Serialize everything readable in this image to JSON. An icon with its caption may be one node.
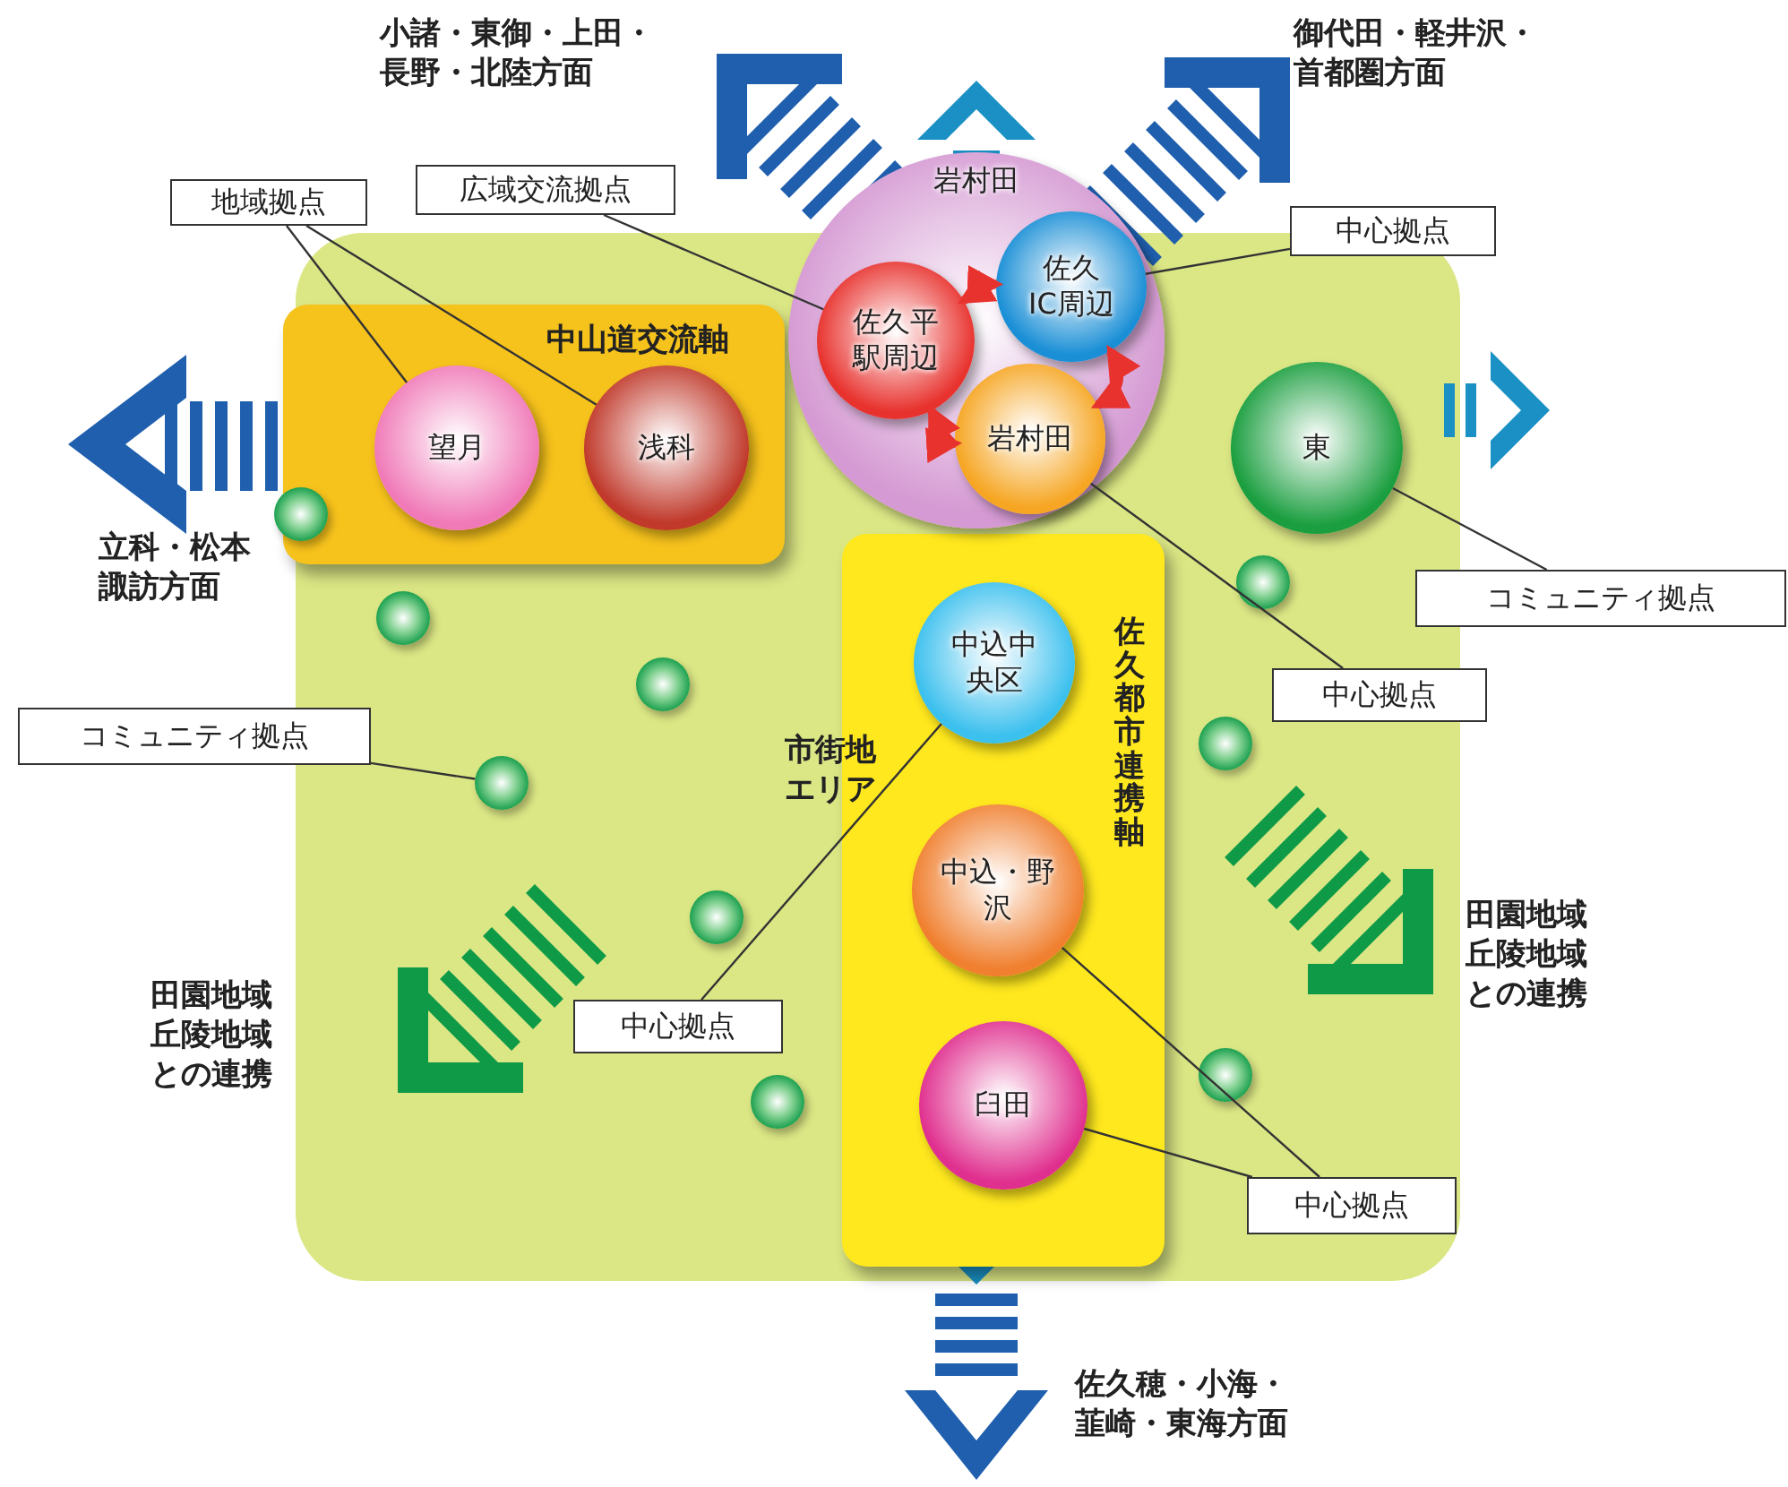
{
  "diagram": {
    "nodes": [
      {
        "text": [
          "地域拠点"
        ]
      },
      {
        "text": [
          "広域交流拠点"
        ]
      },
      {
        "text": [
          "岩村田"
        ]
      },
      {
        "text": [
          "佐久平駅周辺"
        ],
        "in": 2
      },
      {
        "text": [
          "佐久 IC周辺"
        ],
        "in": 2
      },
      {
        "text": [
          "岩村田"
        ],
        "in": 2
      },
      {
        "text": [
          "中心拠点"
        ]
      },
      {
        "text": [
          "中山道交流軸"
        ]
      },
      {
        "text": [
          "望月"
        ],
        "in": 7
      },
      {
        "text": [
          "浅科"
        ],
        "in": 7
      },
      {
        "text": [
          "東"
        ]
      },
      {
        "text": [],
        "shape": "circle"
      },
      {
        "text": [
          "コミュニティ拠点"
        ]
      },
      {
        "text": [
          "佐久都市連携軸"
        ]
      },
      {
        "text": [
          "中込中央区"
        ],
        "in": 13
      },
      {
        "text": [],
        "shape": "circle"
      },
      {
        "text": [],
        "shape": "circle"
      },
      {
        "text": [],
        "shape": "circle"
      },
      {
        "text": [
          "中心拠点"
        ]
      },
      {
        "text": [
          "コミュニティ拠点"
        ]
      },
      {
        "text": [],
        "shape": "circle"
      },
      {
        "text": [],
        "shape": "circle"
      },
      {
        "text": [
          "中込・野沢"
        ],
        "in": 13
      },
      {
        "text": [],
        "shape": "circle"
      },
      {
        "text": [
          "中心拠点"
        ]
      },
      {
        "text": [],
        "shape": "circle"
      },
      {
        "text": [],
        "shape": "circle"
      },
      {
        "text": [
          "臼田"
        ],
        "in": 13
      },
      {
        "text": [
          "中心拠点"
        ]
      }
    ],
    "edges": [
      {
        "from": 0,
        "to": 8,
        "arrow": "none"
      },
      {
        "from": 0,
        "to": 9,
        "arrow": "none"
      },
      {
        "from": 1,
        "to": 3,
        "arrow": "none"
      },
      {
        "from": 6,
        "to": 4,
        "arrow": "none"
      },
      {
        "from": 12,
        "to": 10,
        "arrow": "none"
      },
      {
        "from": 18,
        "to": 5,
        "arrow": "none"
      },
      {
        "from": 19,
        "to": 20,
        "arrow": "none"
      },
      {
        "from": 24,
        "to": 14,
        "arrow": "none"
      },
      {
        "from": 28,
        "to": 22,
        "arrow": "none"
      },
      {
        "from": 28,
        "to": 27,
        "arrow": "none"
      },
      {
        "from": 3,
        "to": 4,
        "arrow": "both",
        "style": "thick",
        "color": "#e8322e"
      },
      {
        "from": 4,
        "to": 5,
        "arrow": "both",
        "style": "thick",
        "color": "#e8322e"
      },
      {
        "from": 5,
        "to": 3,
        "arrow": "both",
        "style": "thick",
        "color": "#e8322e"
      }
    ],
    "labels": [
      "小諸・東御・上田・長野・北陸方面",
      "御代田・軽井沢・首都圏方面",
      "立科・松本諏訪方面",
      "市街地エリア",
      "田園地域丘陵地域との連携",
      "田園地域丘陵地域との連携",
      "佐久穂・小海・韮崎・東海方面"
    ]
  }
}
